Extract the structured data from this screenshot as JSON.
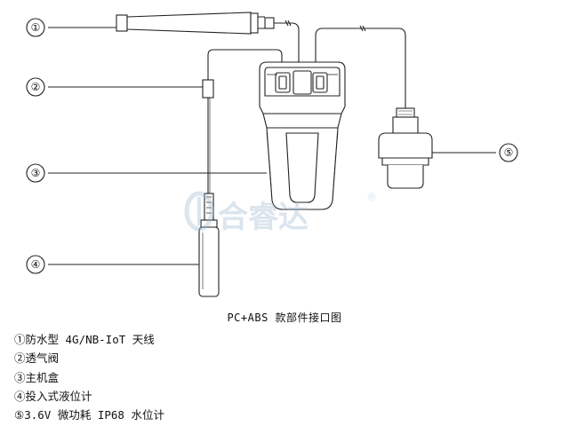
{
  "callouts": [
    "①",
    "②",
    "③",
    "④",
    "⑤"
  ],
  "watermark": {
    "brand": "合睿达",
    "registered": "®"
  },
  "caption": "PC+ABS 款部件接口图",
  "legend": [
    "①防水型 4G/NB-IoT 天线",
    "②透气阀",
    "③主机盒",
    "④投入式液位计",
    "⑤3.6V 微功耗 IP68 水位计"
  ]
}
